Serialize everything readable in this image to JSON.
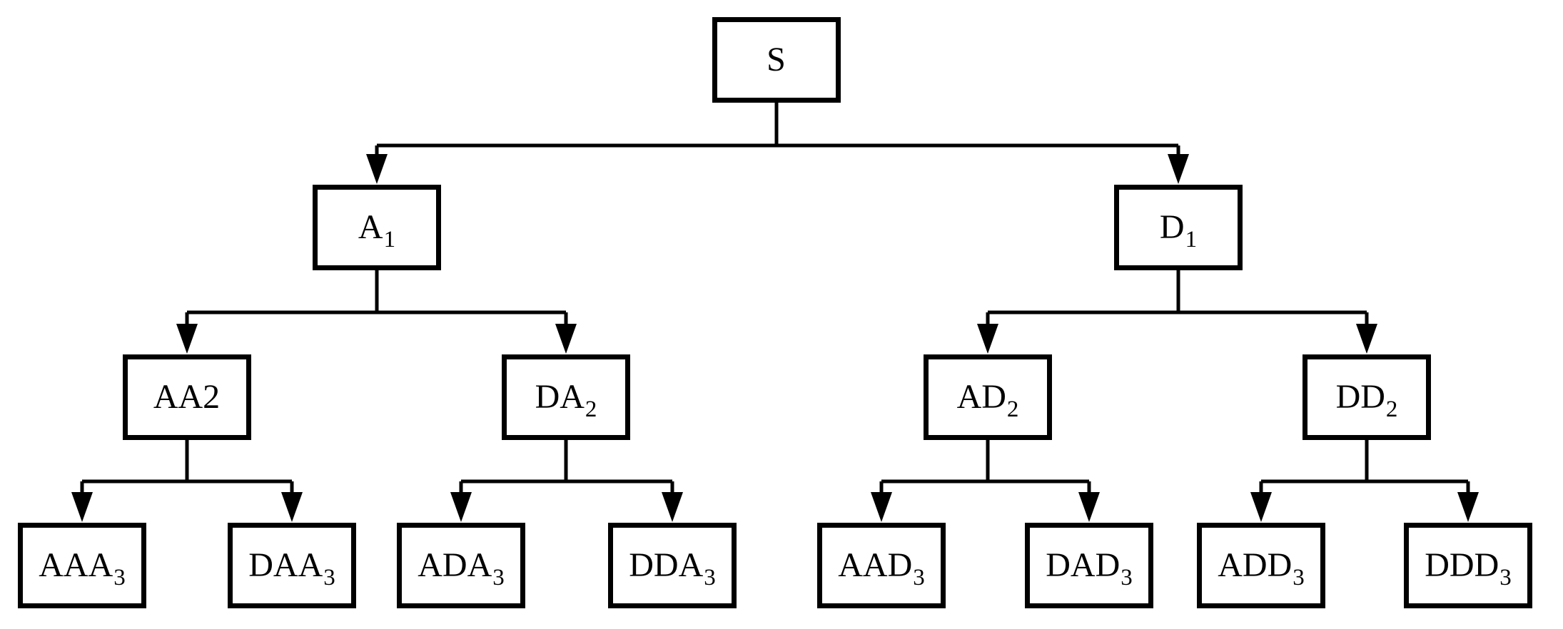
{
  "figure": {
    "type": "tree-diagram",
    "background_color": "#ffffff",
    "line_color": "#000000",
    "levels": 4
  },
  "nodes": [
    {
      "id": "S",
      "base": "S",
      "sub": ""
    },
    {
      "id": "A1",
      "base": "A",
      "sub": "1"
    },
    {
      "id": "D1",
      "base": "D",
      "sub": "1"
    },
    {
      "id": "AA2",
      "base": "AA2",
      "sub": ""
    },
    {
      "id": "DA2",
      "base": "DA",
      "sub": "2"
    },
    {
      "id": "AD2",
      "base": "AD",
      "sub": "2"
    },
    {
      "id": "DD2",
      "base": "DD",
      "sub": "2"
    },
    {
      "id": "AAA3",
      "base": "AAA",
      "sub": "3"
    },
    {
      "id": "DAA3",
      "base": "DAA",
      "sub": "3"
    },
    {
      "id": "ADA3",
      "base": "ADA",
      "sub": "3"
    },
    {
      "id": "DDA3",
      "base": "DDA",
      "sub": "3"
    },
    {
      "id": "AAD3",
      "base": "AAD",
      "sub": "3"
    },
    {
      "id": "DAD3",
      "base": "DAD",
      "sub": "3"
    },
    {
      "id": "ADD3",
      "base": "ADD",
      "sub": "3"
    },
    {
      "id": "DDD3",
      "base": "DDD",
      "sub": "3"
    }
  ],
  "edges": [
    {
      "from": "S",
      "to": "A1"
    },
    {
      "from": "S",
      "to": "D1"
    },
    {
      "from": "A1",
      "to": "AA2"
    },
    {
      "from": "A1",
      "to": "DA2"
    },
    {
      "from": "D1",
      "to": "AD2"
    },
    {
      "from": "D1",
      "to": "DD2"
    },
    {
      "from": "AA2",
      "to": "AAA3"
    },
    {
      "from": "AA2",
      "to": "DAA3"
    },
    {
      "from": "DA2",
      "to": "ADA3"
    },
    {
      "from": "DA2",
      "to": "DDA3"
    },
    {
      "from": "AD2",
      "to": "AAD3"
    },
    {
      "from": "AD2",
      "to": "DAD3"
    },
    {
      "from": "DD2",
      "to": "ADD3"
    },
    {
      "from": "DD2",
      "to": "DDD3"
    }
  ]
}
